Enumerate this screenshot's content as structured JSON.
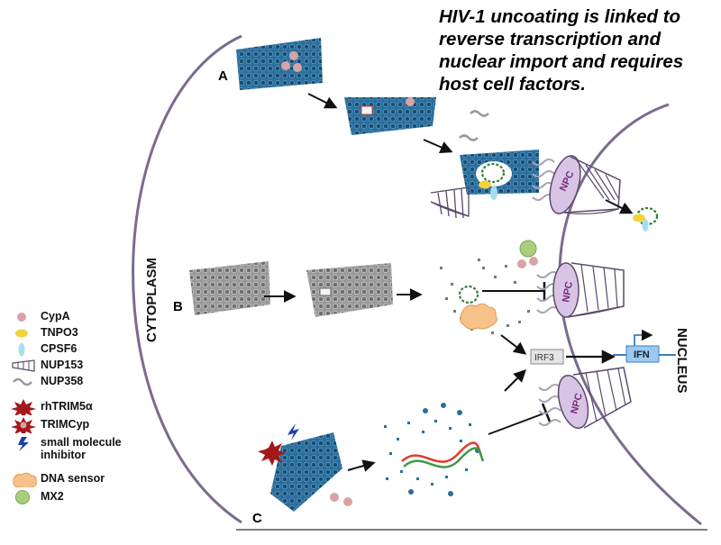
{
  "title": "HIV-1 uncoating is linked to reverse transcription and nuclear import and requires host cell factors.",
  "panels": {
    "a": "A",
    "b": "B",
    "c": "C"
  },
  "regions": {
    "cytoplasm": "CYTOPLASM",
    "nucleus": "NUCLEUS"
  },
  "labels": {
    "npc": "NPC",
    "irf3": "IRF3",
    "ifn": "IFN"
  },
  "legend": [
    {
      "icon": "cypa-icon",
      "label": "CypA"
    },
    {
      "icon": "tnpo3-icon",
      "label": "TNPO3"
    },
    {
      "icon": "cpsf6-icon",
      "label": "CPSF6"
    },
    {
      "icon": "nup153-icon",
      "label": "NUP153"
    },
    {
      "icon": "nup358-icon",
      "label": "NUP358"
    },
    {
      "icon": "rhtrim5a-icon",
      "label": "rhTRIM5α"
    },
    {
      "icon": "trimcyp-icon",
      "label": "TRIMCyp"
    },
    {
      "icon": "small-molecule-inhibitor-icon",
      "label": "small molecule inhibitor"
    },
    {
      "icon": "dna-sensor-icon",
      "label": "DNA sensor"
    },
    {
      "icon": "mx2-icon",
      "label": "MX2"
    }
  ],
  "colors": {
    "capsid": "#2a6f9e",
    "capsid_dark": "#1b4e73",
    "capsid_gray": "#8a8a8a",
    "membrane": "#6e5a8a",
    "npc_fill": "#d8c4e4",
    "npc_stroke": "#5b4a6b",
    "cypa": "#d9a3a6",
    "tnpo3": "#f2d33b",
    "cpsf6": "#a7ddf2",
    "trim": "#a3191b",
    "inhibitor": "#1f3fa8",
    "dna_sensor": "#f7c18a",
    "mx2": "#a9cf7c",
    "ifn_box": "#9cc9ef",
    "rna_red": "#e23b2a",
    "rna_green": "#3b9b45"
  }
}
